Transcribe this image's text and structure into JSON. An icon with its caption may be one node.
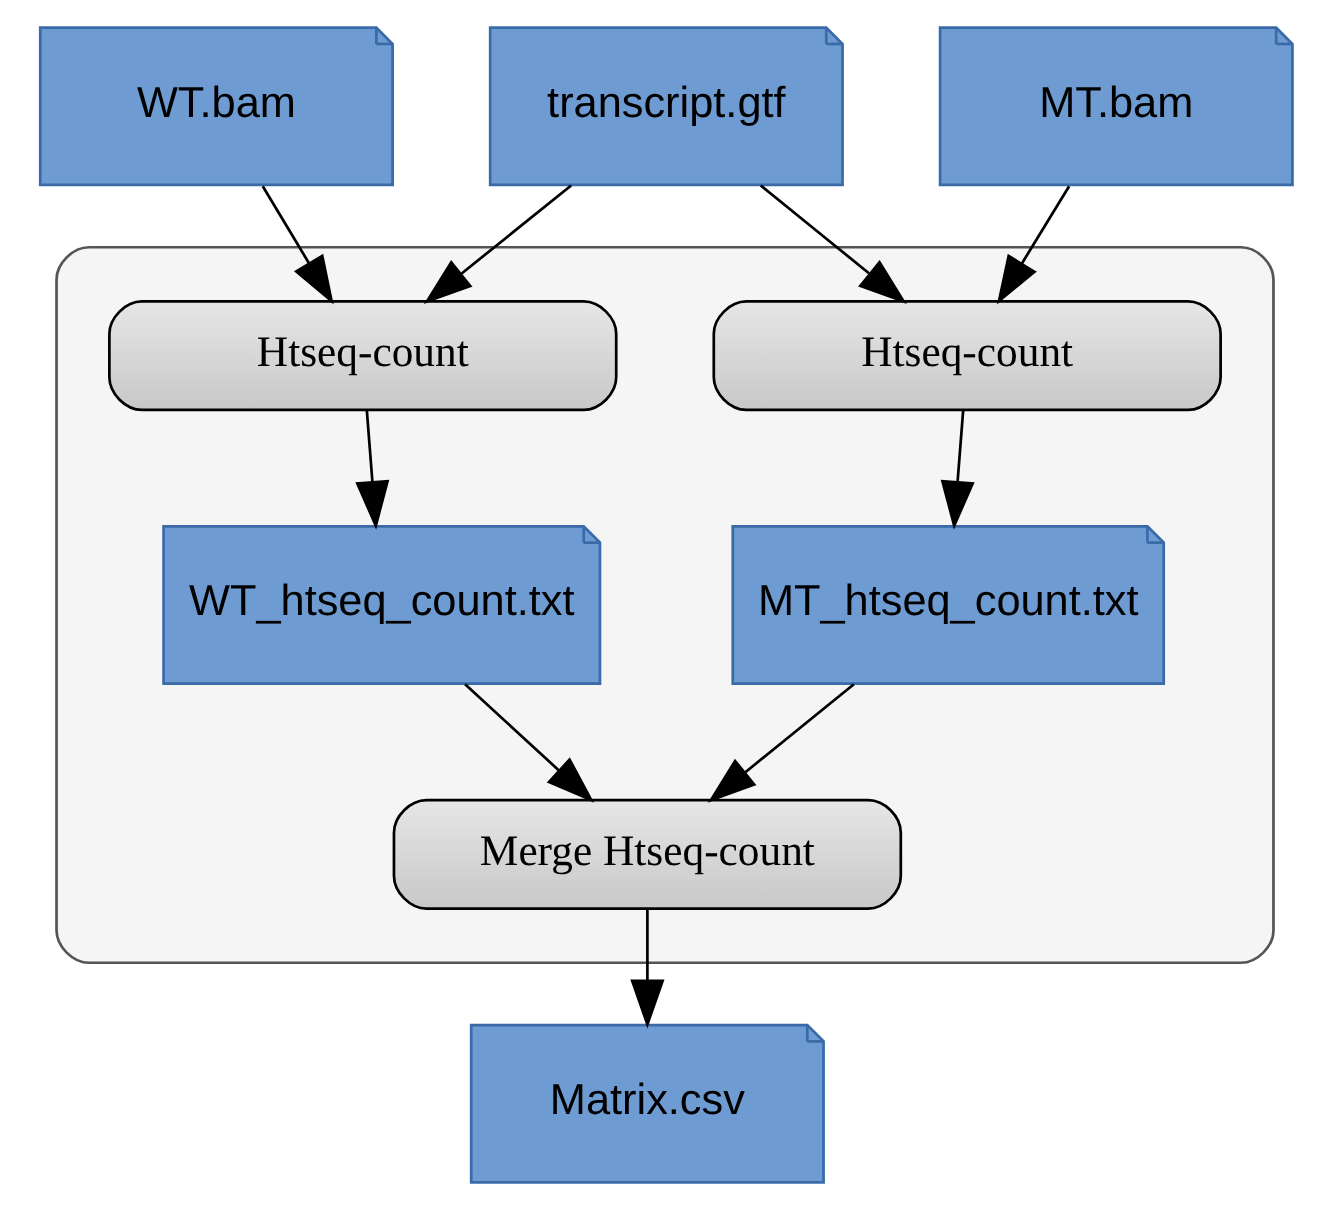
{
  "diagram": {
    "nodes": [
      {
        "text": [
          "WT.bam"
        ]
      },
      {
        "text": [
          "transcript.gtf"
        ]
      },
      {
        "text": [
          "MT.bam"
        ]
      },
      {
        "text": [],
        "shape": "box"
      },
      {
        "text": [
          "Htseq-count"
        ],
        "in": 3
      },
      {
        "text": [
          "Htseq-count"
        ],
        "in": 3
      },
      {
        "text": [
          "WT_htseq_count.txt"
        ],
        "in": 3
      },
      {
        "text": [
          "MT_htseq_count.txt"
        ],
        "in": 3
      },
      {
        "text": [
          "Merge Htseq-count"
        ],
        "in": 3
      },
      {
        "text": [
          "Matrix.csv"
        ]
      }
    ],
    "edges": [
      {
        "from": 0,
        "to": 4,
        "arrow": "to"
      },
      {
        "from": 1,
        "to": 4,
        "arrow": "to"
      },
      {
        "from": 1,
        "to": 5,
        "arrow": "to"
      },
      {
        "from": 2,
        "to": 5,
        "arrow": "to"
      },
      {
        "from": 4,
        "to": 6,
        "arrow": "to"
      },
      {
        "from": 5,
        "to": 7,
        "arrow": "to"
      },
      {
        "from": 6,
        "to": 8,
        "arrow": "to"
      },
      {
        "from": 7,
        "to": 8,
        "arrow": "to"
      },
      {
        "from": 8,
        "to": 9,
        "arrow": "to"
      }
    ]
  }
}
